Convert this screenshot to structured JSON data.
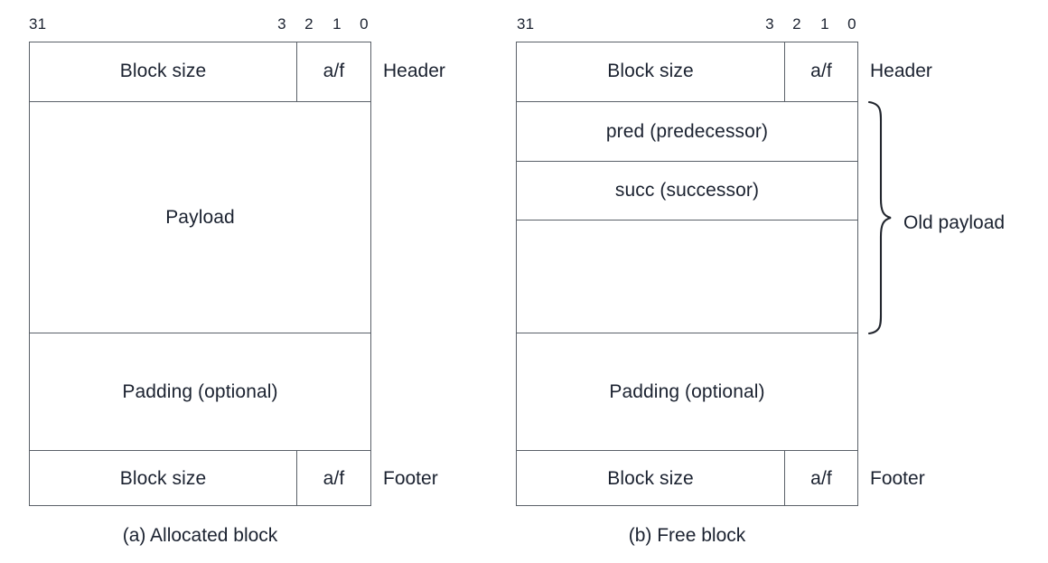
{
  "figure": {
    "title": "Heap block format: allocated block vs free block",
    "colors": {
      "padding_fill": "#d3f0fb",
      "line": "#5a6068",
      "text": "#1b2230",
      "background": "#ffffff"
    }
  },
  "bit_labels": [
    "31",
    "3",
    "2",
    "1",
    "0"
  ],
  "panels": [
    {
      "id": "allocated",
      "caption": "(a) Allocated block",
      "rows": [
        {
          "id": "header",
          "left_label": "Block size",
          "right_label": "a/f",
          "side_label": "Header",
          "filled": false,
          "split": true
        },
        {
          "id": "payload",
          "left_label": "Payload",
          "right_label": "",
          "side_label": "",
          "filled": false,
          "split": false
        },
        {
          "id": "padding",
          "left_label": "Padding (optional)",
          "right_label": "",
          "side_label": "",
          "filled": true,
          "split": false
        },
        {
          "id": "footer",
          "left_label": "Block size",
          "right_label": "a/f",
          "side_label": "Footer",
          "filled": false,
          "split": true
        }
      ]
    },
    {
      "id": "free",
      "caption": "(b) Free block",
      "brace_label": "Old payload",
      "rows": [
        {
          "id": "header",
          "left_label": "Block size",
          "right_label": "a/f",
          "side_label": "Header",
          "filled": false,
          "split": true
        },
        {
          "id": "pred",
          "left_label": "pred (predecessor)",
          "right_label": "",
          "side_label": "",
          "filled": false,
          "split": false
        },
        {
          "id": "succ",
          "left_label": "succ (successor)",
          "right_label": "",
          "side_label": "",
          "filled": false,
          "split": false
        },
        {
          "id": "remainder",
          "left_label": "",
          "right_label": "",
          "side_label": "",
          "filled": false,
          "split": false
        },
        {
          "id": "padding",
          "left_label": "Padding (optional)",
          "right_label": "",
          "side_label": "",
          "filled": true,
          "split": false
        },
        {
          "id": "footer",
          "left_label": "Block size",
          "right_label": "a/f",
          "side_label": "Footer",
          "filled": false,
          "split": true
        }
      ]
    }
  ]
}
